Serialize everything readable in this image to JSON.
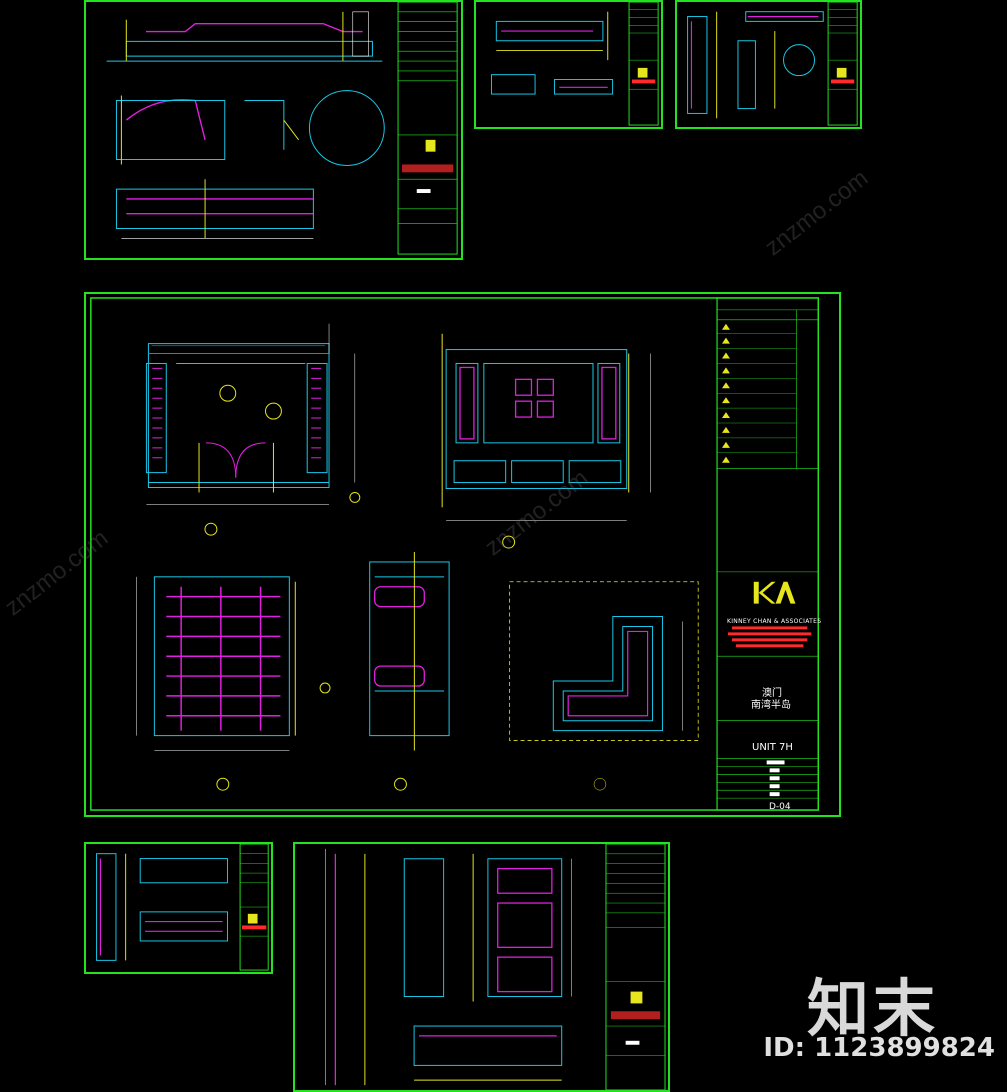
{
  "main_sheet": {
    "firm_name": "KINNEY CHAN & ASSOCIATES",
    "project_line1": "澳门",
    "project_line2": "南湾半岛",
    "drawing_title": "UNIT 7H",
    "drawing_no": "D-04"
  },
  "watermark": {
    "logo": "知末",
    "id": "ID: 1123899824",
    "diag": "znzmo.com"
  },
  "colors": {
    "frame": "#23e21f",
    "cyan": "#19c8e8",
    "magenta": "#e020e0",
    "yellow": "#e6e61e",
    "red": "#ff2b2b",
    "white": "#ffffff"
  }
}
